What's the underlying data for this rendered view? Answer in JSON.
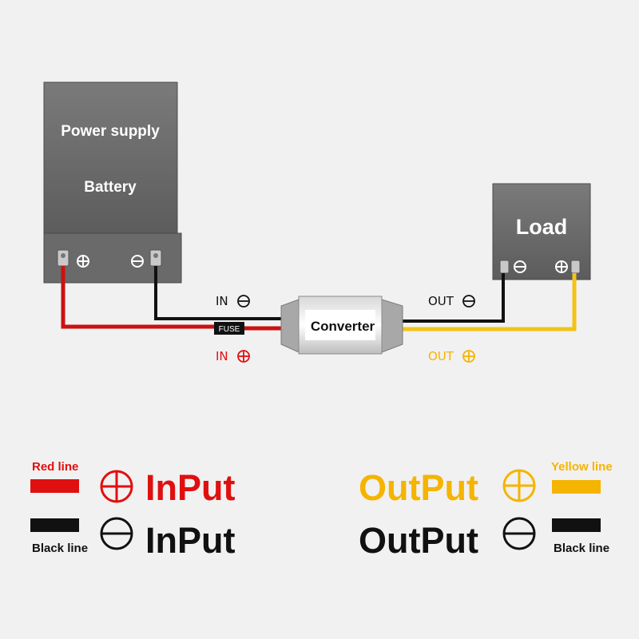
{
  "diagram": {
    "battery": {
      "line1": "Power supply",
      "line2": "Battery"
    },
    "load": {
      "label": "Load"
    },
    "converter": {
      "label": "Converter"
    },
    "fuse": {
      "label": "FUSE"
    },
    "wire_labels": {
      "in_neg": "IN",
      "in_pos": "IN",
      "out_neg": "OUT",
      "out_pos": "OUT"
    }
  },
  "legend": {
    "red": {
      "line_label": "Red line",
      "text": "InPut"
    },
    "black_in": {
      "line_label": "Black line",
      "text": "InPut"
    },
    "yellow": {
      "line_label": "Yellow line",
      "text": "OutPut"
    },
    "black_out": {
      "line_label": "Black line",
      "text": "OutPut"
    }
  },
  "colors": {
    "red": "#e01010",
    "black": "#111111",
    "yellow": "#f5b400",
    "box": "#6b6b6b"
  }
}
